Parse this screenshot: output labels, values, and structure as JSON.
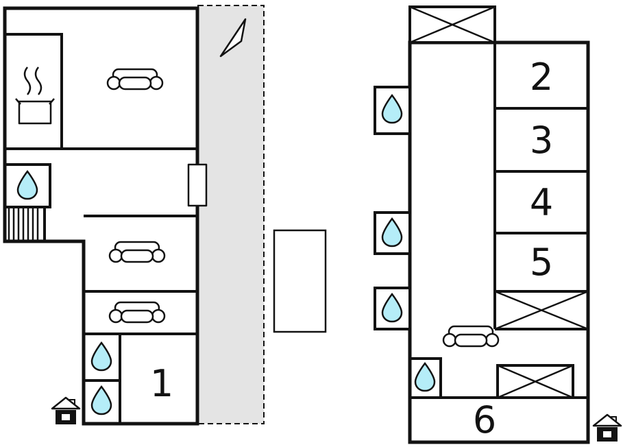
{
  "colors": {
    "wall": "#121212",
    "water": "#b5edf8",
    "pool": "#a5eef8",
    "terrace": "#e4e4e4",
    "background": "#ffffff"
  },
  "left_building": {
    "room_numbers": {
      "bedroom1": "1"
    },
    "icons": [
      "stove-pot-icon",
      "sofa-icon",
      "sofa-icon",
      "sofa-icon",
      "stairs-icon",
      "water-drop-icon",
      "water-drop-icon",
      "water-drop-icon",
      "door-marker",
      "entrance-house-icon"
    ]
  },
  "right_building": {
    "room_numbers": {
      "room2": "2",
      "room3": "3",
      "room4": "4",
      "room5": "5",
      "room6": "6"
    },
    "icons": [
      "crossed-box-icon",
      "crossed-box-icon",
      "crossed-box-icon",
      "sofa-icon",
      "water-drop-icon",
      "water-drop-icon",
      "water-drop-icon",
      "water-drop-icon",
      "entrance-house-icon"
    ]
  },
  "site": {
    "icons": [
      "north-arrow-icon",
      "swimming-pool",
      "terrace-strip"
    ]
  }
}
